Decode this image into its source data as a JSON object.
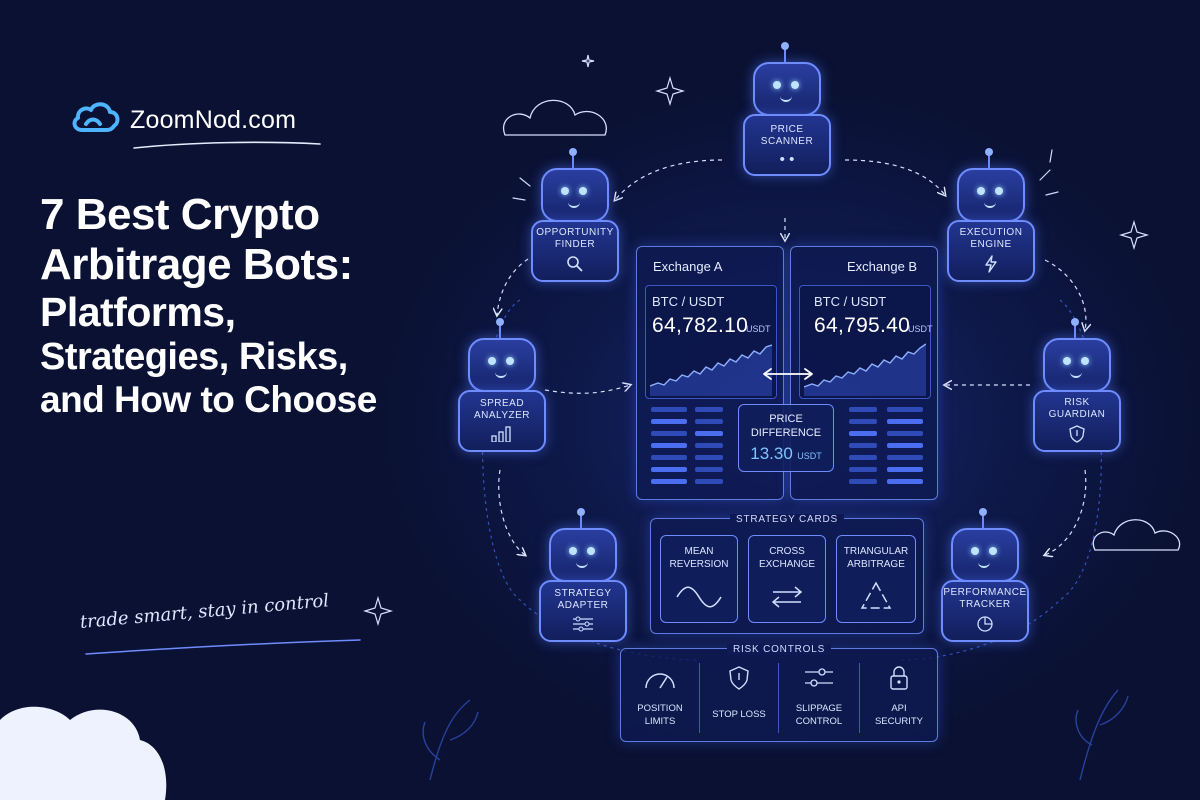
{
  "brand": {
    "name": "ZoomNod.com",
    "logo_icon": "cloud-icon"
  },
  "title": {
    "lines": [
      "7 Best Crypto",
      "Arbitrage Bots:",
      "Platforms,",
      "Strategies, Risks,",
      "and How to Choose"
    ]
  },
  "tagline": "trade smart, stay in control",
  "bots": {
    "price_scanner": {
      "line1": "PRICE",
      "line2": "SCANNER",
      "icon": "eye-icon"
    },
    "opportunity_finder": {
      "line1": "OPPORTUNITY",
      "line2": "FINDER",
      "icon": "magnifier-icon"
    },
    "execution_engine": {
      "line1": "EXECUTION",
      "line2": "ENGINE",
      "icon": "lightning-icon"
    },
    "spread_analyzer": {
      "line1": "SPREAD",
      "line2": "ANALYZER",
      "icon": "bar-chart-icon"
    },
    "risk_guardian": {
      "line1": "RISK",
      "line2": "GUARDIAN",
      "icon": "shield-icon"
    },
    "strategy_adapter": {
      "line1": "STRATEGY",
      "line2": "ADAPTER",
      "icon": "sliders-icon"
    },
    "performance_tracker": {
      "line1": "PERFORMANCE",
      "line2": "TRACKER",
      "icon": "pie-chart-icon"
    }
  },
  "exchange_a": {
    "name": "Exchange A",
    "pair": "BTC / USDT",
    "price": "64,782.10",
    "unit": "USDT"
  },
  "exchange_b": {
    "name": "Exchange B",
    "pair": "BTC / USDT",
    "price": "64,795.40",
    "unit": "USDT"
  },
  "price_difference": {
    "line1": "PRICE",
    "line2": "DIFFERENCE",
    "value": "13.30",
    "unit": "USDT"
  },
  "strategy_cards": {
    "title": "STRATEGY CARDS",
    "items": [
      {
        "line1": "MEAN",
        "line2": "REVERSION",
        "icon": "wave-icon"
      },
      {
        "line1": "CROSS",
        "line2": "EXCHANGE",
        "icon": "swap-arrows-icon"
      },
      {
        "line1": "TRIANGULAR",
        "line2": "ARBITRAGE",
        "icon": "triangle-cycle-icon"
      }
    ]
  },
  "risk_controls": {
    "title": "RISK CONTROLS",
    "items": [
      {
        "line1": "POSITION",
        "line2": "LIMITS",
        "icon": "gauge-icon"
      },
      {
        "line1": "STOP LOSS",
        "line2": "",
        "icon": "shield-icon"
      },
      {
        "line1": "SLIPPAGE",
        "line2": "CONTROL",
        "icon": "sliders-icon"
      },
      {
        "line1": "API",
        "line2": "SECURITY",
        "icon": "lock-icon"
      }
    ]
  },
  "colors": {
    "background": "#0a1133",
    "accent": "#6f8cff",
    "glow": "#4b6df0",
    "price_diff": "#7fc4ff"
  }
}
